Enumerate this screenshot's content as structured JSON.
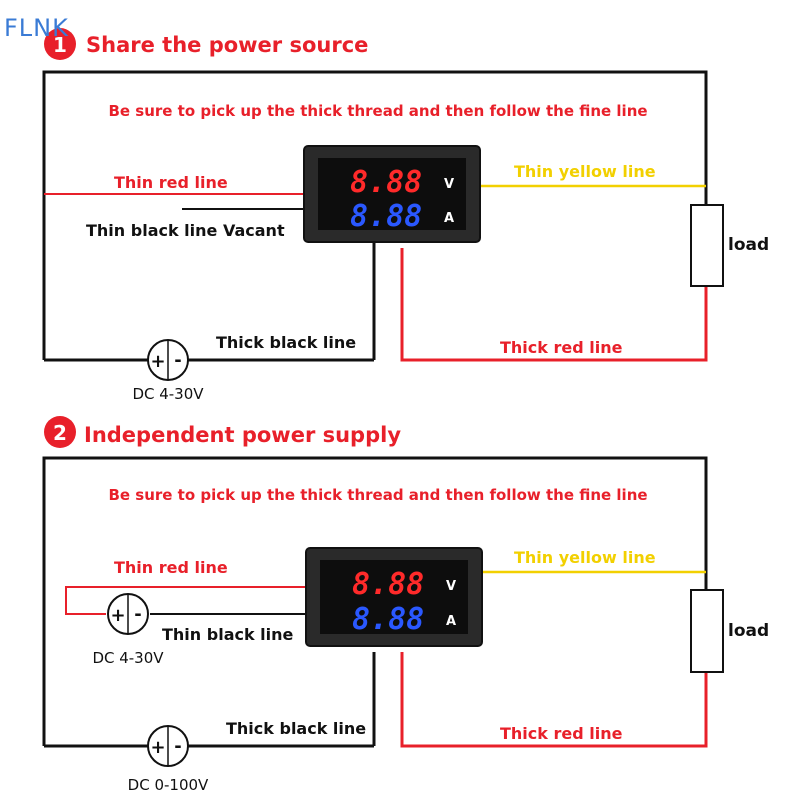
{
  "watermark": "FLNK",
  "colors": {
    "red": "#e8202a",
    "black": "#111111",
    "yellow": "#f2d000",
    "digit_red": "#ff2a2a",
    "digit_blue": "#2a58ff"
  },
  "sections": [
    {
      "number": "1",
      "title": "Share the power source",
      "note": "Be sure to pick up the thick thread and then follow the fine line",
      "meter": {
        "top_digits": "8.88",
        "top_unit": "V",
        "bottom_digits": "8.88",
        "bottom_unit": "A"
      },
      "labels": {
        "thin_red": "Thin red line",
        "thin_black": "Thin black line Vacant",
        "thin_yellow": "Thin yellow line",
        "load": "load",
        "thick_black": "Thick black line",
        "thick_red": "Thick red line"
      },
      "source": {
        "plus": "+",
        "minus": "-",
        "label": "DC 4-30V"
      }
    },
    {
      "number": "2",
      "title": "Independent power supply",
      "note": "Be sure to pick up the thick thread and then follow the fine line",
      "meter": {
        "top_digits": "8.88",
        "top_unit": "V",
        "bottom_digits": "8.88",
        "bottom_unit": "A"
      },
      "labels": {
        "thin_red": "Thin red line",
        "thin_black": "Thin black line",
        "thin_yellow": "Thin yellow line",
        "load": "load",
        "thick_black": "Thick black line",
        "thick_red": "Thick red line"
      },
      "source_small": {
        "plus": "+",
        "minus": "-",
        "label": "DC 4-30V"
      },
      "source": {
        "plus": "+",
        "minus": "-",
        "label": "DC 0-100V"
      }
    }
  ]
}
